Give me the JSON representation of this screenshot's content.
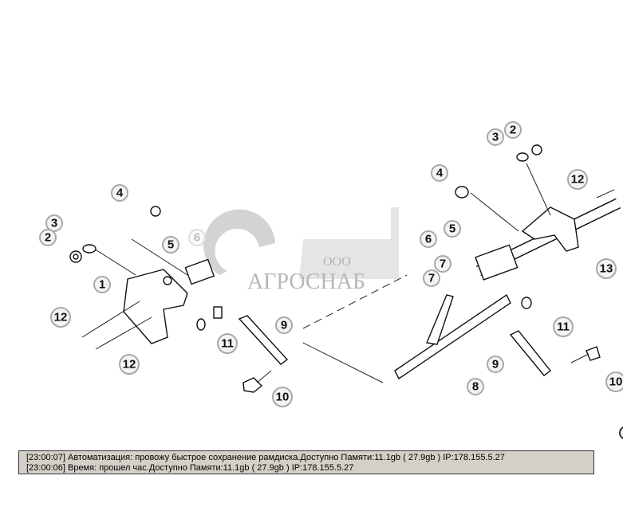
{
  "diagram": {
    "watermark": {
      "small": "ООО",
      "brand": "АГРОСНАБ"
    },
    "left_callouts": [
      "4",
      "3",
      "2",
      "5",
      "6",
      "1",
      "12",
      "12",
      "11",
      "9",
      "10"
    ],
    "right_callouts": [
      "2",
      "3",
      "4",
      "12",
      "5",
      "6",
      "7",
      "7",
      "13",
      "11",
      "9",
      "8",
      "10"
    ]
  },
  "log": {
    "lines": [
      "[23:00:07]  Автоматизация: провожу быстрое сохранение рамдиска.Доступно Памяти:11.1gb  ( 27.9gb ) IP:178.155.5.27",
      "[23:00:06]  Время: прошел час.Доступно Памяти:11.1gb  ( 27.9gb ) IP:178.155.5.27"
    ]
  }
}
